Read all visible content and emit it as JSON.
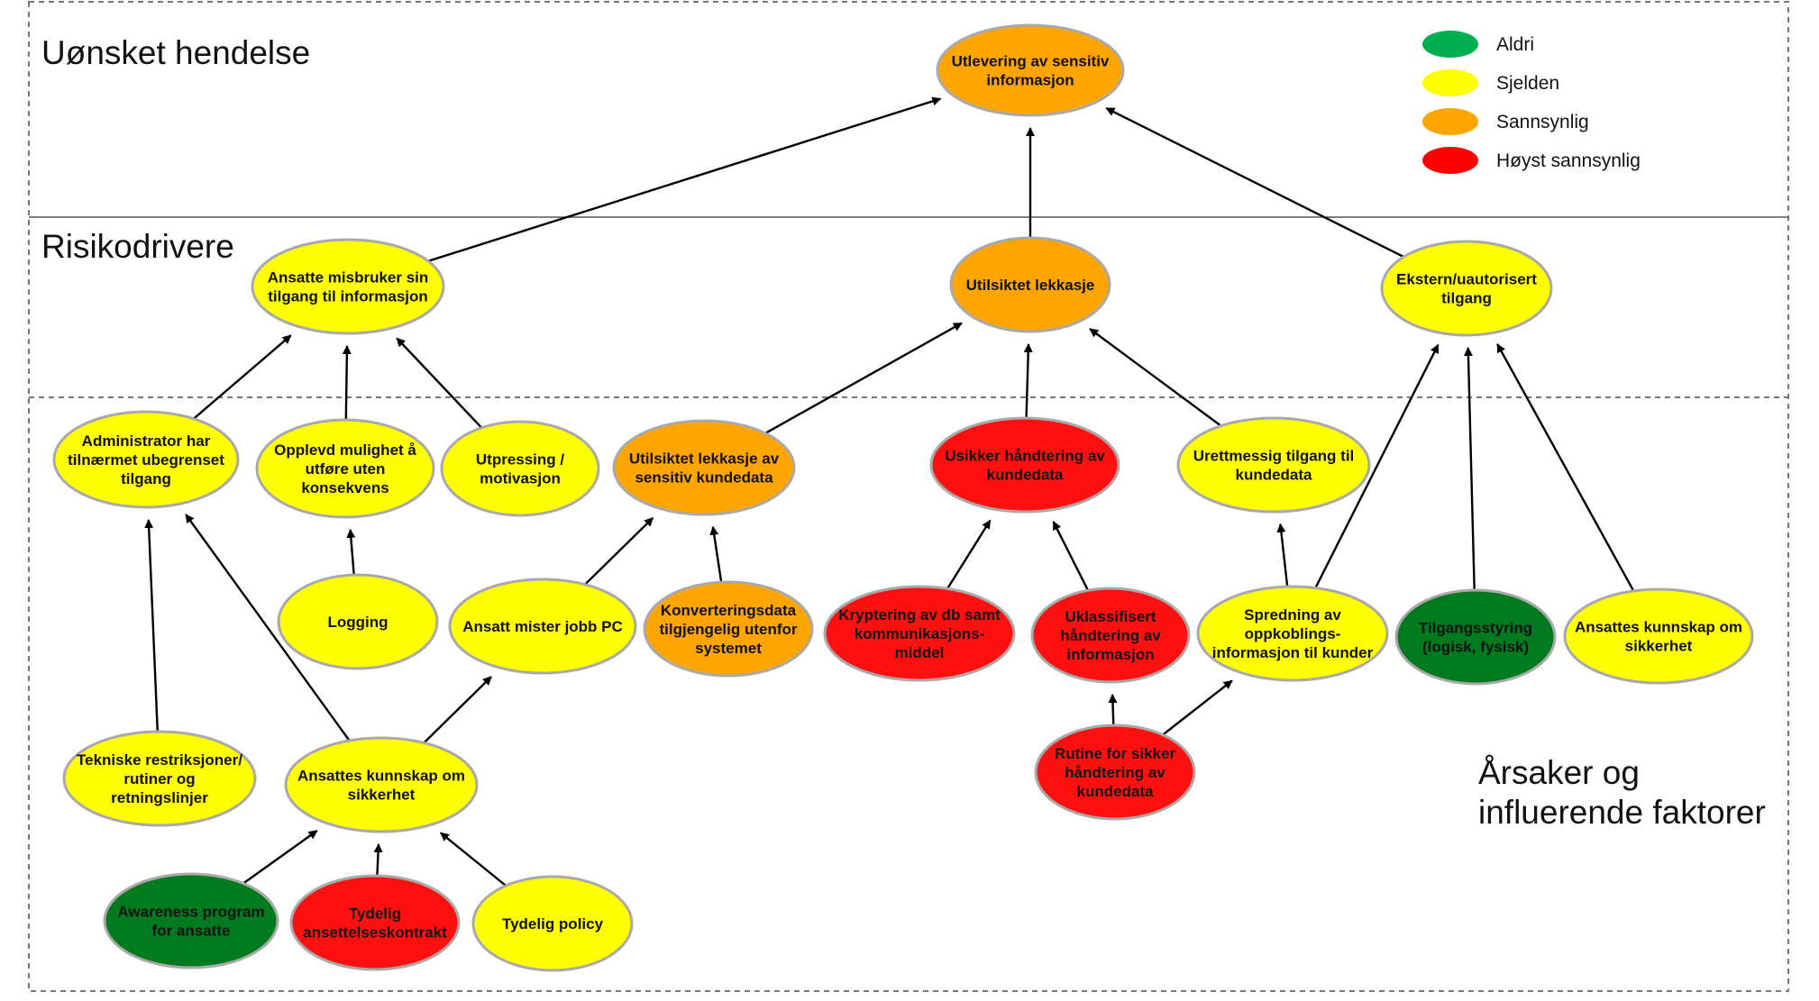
{
  "sections": {
    "top": "Uønsket hendelse",
    "middle": "Risikodrivere",
    "bottom": "Årsaker og\ninfluerende faktorer"
  },
  "colors": {
    "aldri": "#007a1f",
    "sjelden": "#ffff00",
    "sannsynlig": "#ffa500",
    "hoyst": "#ff1010",
    "node_stroke": "#a9a9a9",
    "arrow": "#000000"
  },
  "legend": [
    {
      "label": "Aldri",
      "level": "aldri",
      "color": "#00b050"
    },
    {
      "label": "Sjelden",
      "level": "sjelden",
      "color": "#ffff00"
    },
    {
      "label": "Sannsynlig",
      "level": "sannsynlig",
      "color": "#ffa500"
    },
    {
      "label": "Høyst sannsynlig",
      "level": "hoyst",
      "color": "#ff0000"
    }
  ],
  "nodes": [
    {
      "id": "utlevering",
      "lines": [
        "Utlevering av sensitiv",
        "informasjon"
      ],
      "level": "sannsynlig"
    },
    {
      "id": "misbruker",
      "lines": [
        "Ansatte misbruker sin",
        "tilgang til informasjon"
      ],
      "level": "sjelden"
    },
    {
      "id": "lekkasje",
      "lines": [
        "Utilsiktet lekkasje"
      ],
      "level": "sannsynlig"
    },
    {
      "id": "ekstern",
      "lines": [
        "Ekstern/uautorisert",
        "tilgang"
      ],
      "level": "sjelden"
    },
    {
      "id": "admin",
      "lines": [
        "Administrator har",
        "tilnærmet ubegrenset",
        "tilgang"
      ],
      "level": "sjelden"
    },
    {
      "id": "opplevd",
      "lines": [
        "Opplevd mulighet å",
        "utføre uten",
        "konsekvens"
      ],
      "level": "sjelden"
    },
    {
      "id": "utpressing",
      "lines": [
        "Utpressing /",
        "motivasjon"
      ],
      "level": "sjelden"
    },
    {
      "id": "lekkasje_kunde",
      "lines": [
        "Utilsiktet lekkasje av",
        "sensitiv kundedata"
      ],
      "level": "sannsynlig"
    },
    {
      "id": "usikker",
      "lines": [
        "Usikker håndtering av",
        "kundedata"
      ],
      "level": "hoyst"
    },
    {
      "id": "urettmessig",
      "lines": [
        "Urettmessig tilgang til",
        "kundedata"
      ],
      "level": "sjelden"
    },
    {
      "id": "logging",
      "lines": [
        "Logging"
      ],
      "level": "sjelden"
    },
    {
      "id": "mister_pc",
      "lines": [
        "Ansatt mister jobb PC"
      ],
      "level": "sjelden"
    },
    {
      "id": "konvertering",
      "lines": [
        "Konverteringsdata",
        "tilgjengelig utenfor",
        "systemet"
      ],
      "level": "sannsynlig"
    },
    {
      "id": "kryptering",
      "lines": [
        "Kryptering av db samt",
        "kommunikasjons-",
        "middel"
      ],
      "level": "hoyst"
    },
    {
      "id": "uklassifisert",
      "lines": [
        "Uklassifisert",
        "håndtering av",
        "informasjon"
      ],
      "level": "hoyst"
    },
    {
      "id": "spredning",
      "lines": [
        "Spredning av",
        "oppkoblings-",
        "informasjon til kunder"
      ],
      "level": "sjelden"
    },
    {
      "id": "tilgangsstyring",
      "lines": [
        "Tilgangsstyring",
        "(logisk, fysisk)"
      ],
      "level": "aldri"
    },
    {
      "id": "kunnskap_right",
      "lines": [
        "Ansattes kunnskap om",
        "sikkerhet"
      ],
      "level": "sjelden"
    },
    {
      "id": "tekniske",
      "lines": [
        "Tekniske restriksjoner/",
        "rutiner og",
        "retningslinjer"
      ],
      "level": "sjelden"
    },
    {
      "id": "kunnskap",
      "lines": [
        "Ansattes kunnskap om",
        "sikkerhet"
      ],
      "level": "sjelden"
    },
    {
      "id": "rutine",
      "lines": [
        "Rutine for sikker",
        "håndtering av",
        "kundedata"
      ],
      "level": "hoyst"
    },
    {
      "id": "awareness",
      "lines": [
        "Awareness program",
        "for ansatte"
      ],
      "level": "aldri"
    },
    {
      "id": "kontrakt",
      "lines": [
        "Tydelig",
        "ansettelseskontrakt"
      ],
      "level": "hoyst"
    },
    {
      "id": "policy",
      "lines": [
        "Tydelig policy"
      ],
      "level": "sjelden"
    }
  ],
  "edges": [
    {
      "from": "misbruker",
      "to": "utlevering"
    },
    {
      "from": "lekkasje",
      "to": "utlevering"
    },
    {
      "from": "ekstern",
      "to": "utlevering"
    },
    {
      "from": "admin",
      "to": "misbruker"
    },
    {
      "from": "opplevd",
      "to": "misbruker"
    },
    {
      "from": "utpressing",
      "to": "misbruker"
    },
    {
      "from": "lekkasje_kunde",
      "to": "lekkasje"
    },
    {
      "from": "usikker",
      "to": "lekkasje"
    },
    {
      "from": "urettmessig",
      "to": "lekkasje"
    },
    {
      "from": "spredning",
      "to": "ekstern"
    },
    {
      "from": "tilgangsstyring",
      "to": "ekstern"
    },
    {
      "from": "kunnskap_right",
      "to": "ekstern"
    },
    {
      "from": "logging",
      "to": "opplevd"
    },
    {
      "from": "tekniske",
      "to": "admin"
    },
    {
      "from": "kunnskap",
      "to": "admin"
    },
    {
      "from": "kunnskap",
      "to": "mister_pc"
    },
    {
      "from": "mister_pc",
      "to": "lekkasje_kunde"
    },
    {
      "from": "konvertering",
      "to": "lekkasje_kunde"
    },
    {
      "from": "kryptering",
      "to": "usikker"
    },
    {
      "from": "uklassifisert",
      "to": "usikker"
    },
    {
      "from": "spredning",
      "to": "urettmessig"
    },
    {
      "from": "rutine",
      "to": "uklassifisert"
    },
    {
      "from": "rutine",
      "to": "spredning"
    },
    {
      "from": "awareness",
      "to": "kunnskap"
    },
    {
      "from": "kontrakt",
      "to": "kunnskap"
    },
    {
      "from": "policy",
      "to": "kunnskap"
    }
  ]
}
